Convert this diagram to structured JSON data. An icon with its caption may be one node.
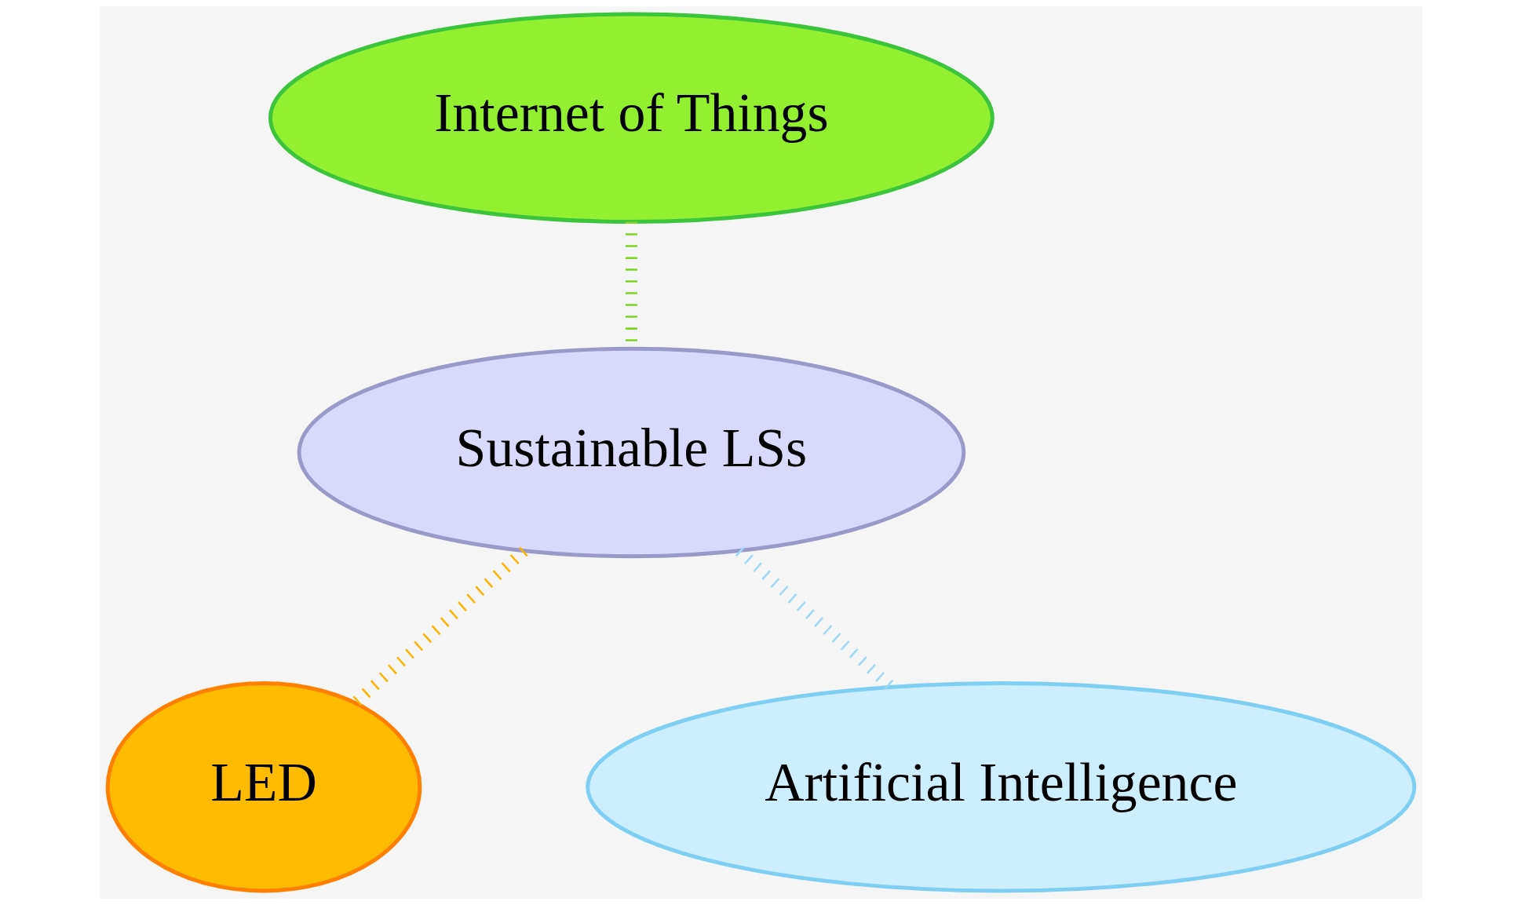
{
  "diagram": {
    "nodes": [
      {
        "text": [
          "Internet of Things"
        ]
      },
      {
        "text": [
          "Sustainable LSs"
        ]
      },
      {
        "text": [
          "LED"
        ]
      },
      {
        "text": [
          "Artificial Intelligence"
        ]
      }
    ],
    "edges": [
      {
        "from": 0,
        "to": 1,
        "arrow": "none",
        "color": "#7ed321"
      },
      {
        "from": 1,
        "to": 2,
        "arrow": "none",
        "color": "#ffb300"
      },
      {
        "from": 1,
        "to": 3,
        "arrow": "none",
        "color": "#9fd9f5"
      }
    ]
  }
}
